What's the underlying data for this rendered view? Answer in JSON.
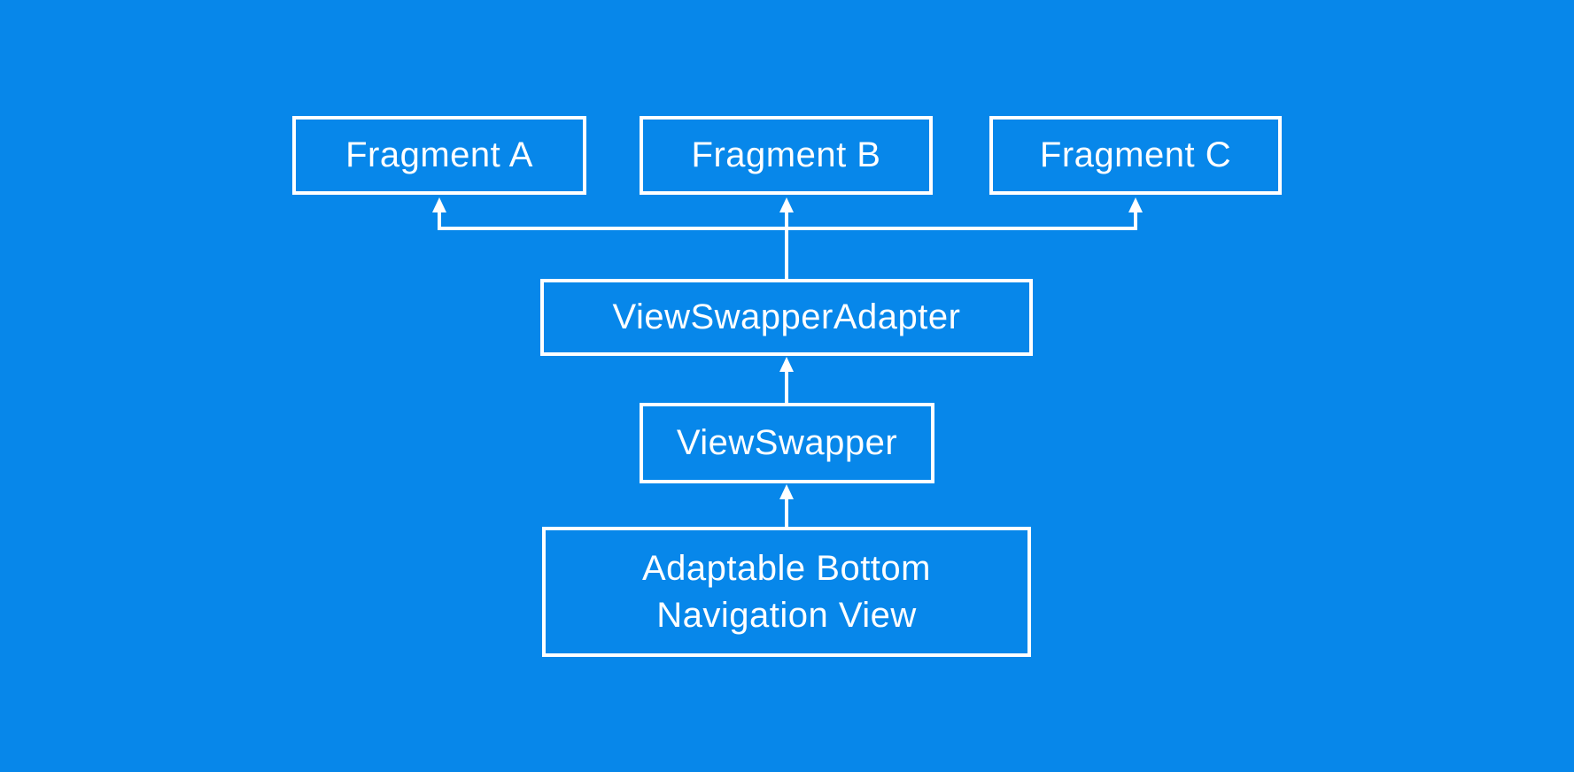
{
  "colors": {
    "background": "#0787ea",
    "foreground": "#ffffff"
  },
  "nodes": {
    "fragment_a": {
      "label": "Fragment A"
    },
    "fragment_b": {
      "label": "Fragment B"
    },
    "fragment_c": {
      "label": "Fragment C"
    },
    "adapter": {
      "label": "ViewSwapperAdapter"
    },
    "swapper": {
      "label": "ViewSwapper"
    },
    "bottom_nav": {
      "label": "Adaptable Bottom Navigation View"
    }
  },
  "edges": [
    {
      "from": "ViewSwapperAdapter",
      "to": "Fragment A",
      "direction": "up"
    },
    {
      "from": "ViewSwapperAdapter",
      "to": "Fragment B",
      "direction": "up"
    },
    {
      "from": "ViewSwapperAdapter",
      "to": "Fragment C",
      "direction": "up"
    },
    {
      "from": "ViewSwapper",
      "to": "ViewSwapperAdapter",
      "direction": "up"
    },
    {
      "from": "Adaptable Bottom Navigation View",
      "to": "ViewSwapper",
      "direction": "up"
    }
  ]
}
